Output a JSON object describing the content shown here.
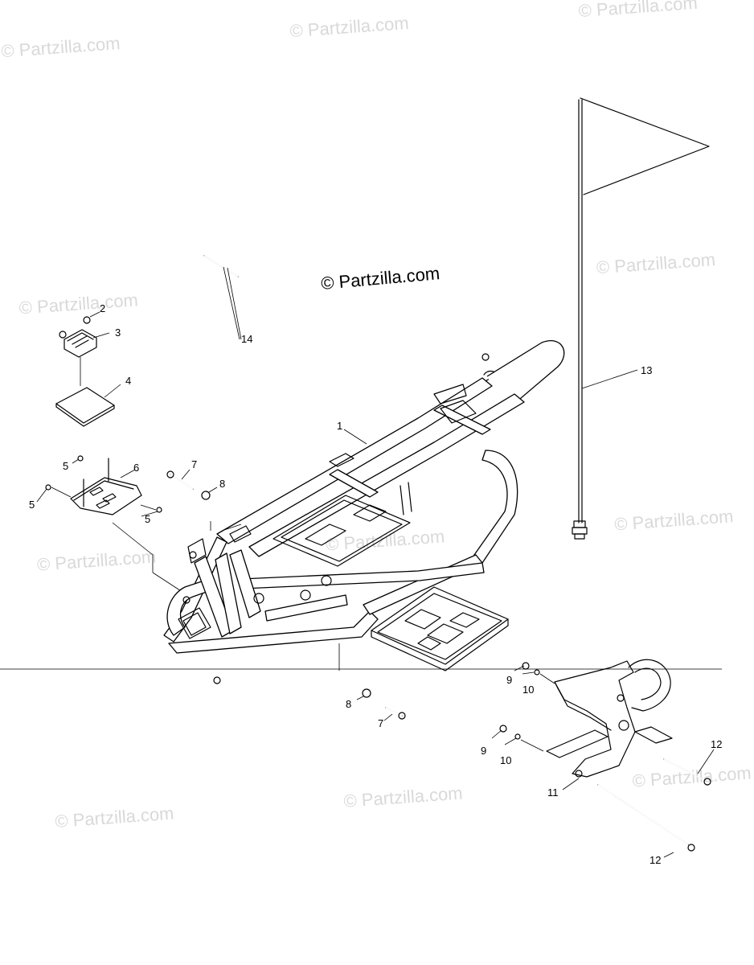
{
  "diagram": {
    "copyright": "© Partzilla.com",
    "watermark": "© Partzilla.com",
    "callouts": {
      "c1": "1",
      "c2": "2",
      "c3": "3",
      "c4": "4",
      "c5a": "5",
      "c5b": "5",
      "c5c": "5",
      "c6": "6",
      "c7a": "7",
      "c7b": "7",
      "c8a": "8",
      "c8b": "8",
      "c9a": "9",
      "c9b": "9",
      "c10a": "10",
      "c10b": "10",
      "c11": "11",
      "c12a": "12",
      "c12b": "12",
      "c13": "13",
      "c14": "14"
    }
  }
}
